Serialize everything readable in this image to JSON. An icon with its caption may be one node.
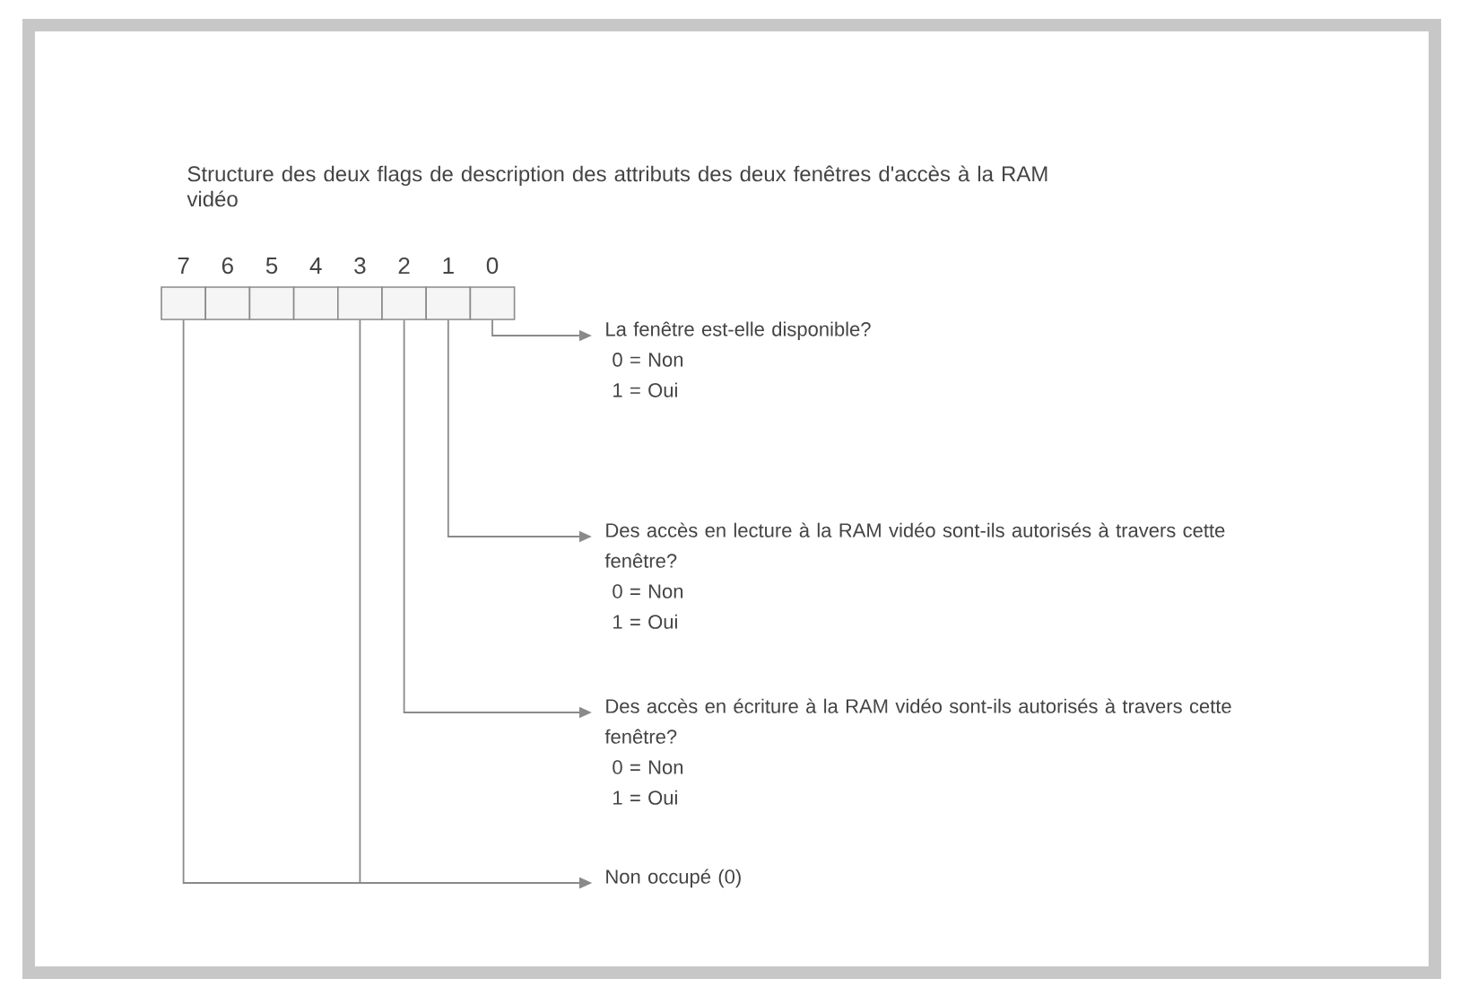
{
  "diagram": {
    "title": "Structure des deux flags de description des attributs des deux fenêtres d'accès à la RAM vidéo",
    "nodes": [
      {
        "text": [],
        "shape": "box"
      },
      {
        "text": [],
        "shape": "box"
      },
      {
        "text": [],
        "shape": "box"
      },
      {
        "text": [],
        "shape": "box"
      },
      {
        "text": [],
        "shape": "box"
      },
      {
        "text": [],
        "shape": "box"
      },
      {
        "text": [],
        "shape": "box"
      },
      {
        "text": [],
        "shape": "box"
      },
      {
        "text": [
          "La fenêtre est-elle disponible?",
          "0 = Non",
          "1 = Oui"
        ]
      },
      {
        "text": [
          "Des accès en lecture à la RAM vidéo sont-ils autorisés à travers cette fenêtre?",
          "0 = Non",
          "1 = Oui"
        ]
      },
      {
        "text": [
          "Des accès en écriture à la RAM vidéo sont-ils autorisés à travers cette fenêtre?",
          "0 = Non",
          "1 = Oui"
        ]
      },
      {
        "text": [
          "Non occupé (0)"
        ]
      }
    ],
    "edges": [
      {
        "from": 7,
        "to": 8,
        "arrow": "to"
      },
      {
        "from": 6,
        "to": 9,
        "arrow": "to"
      },
      {
        "from": 5,
        "to": 10,
        "arrow": "to"
      },
      {
        "from": 4,
        "to": 11,
        "arrow": "to"
      },
      {
        "from": 0,
        "to": 11,
        "arrow": "to"
      }
    ],
    "labels": [
      "7",
      "6",
      "5",
      "4",
      "3",
      "2",
      "1",
      "0"
    ]
  }
}
